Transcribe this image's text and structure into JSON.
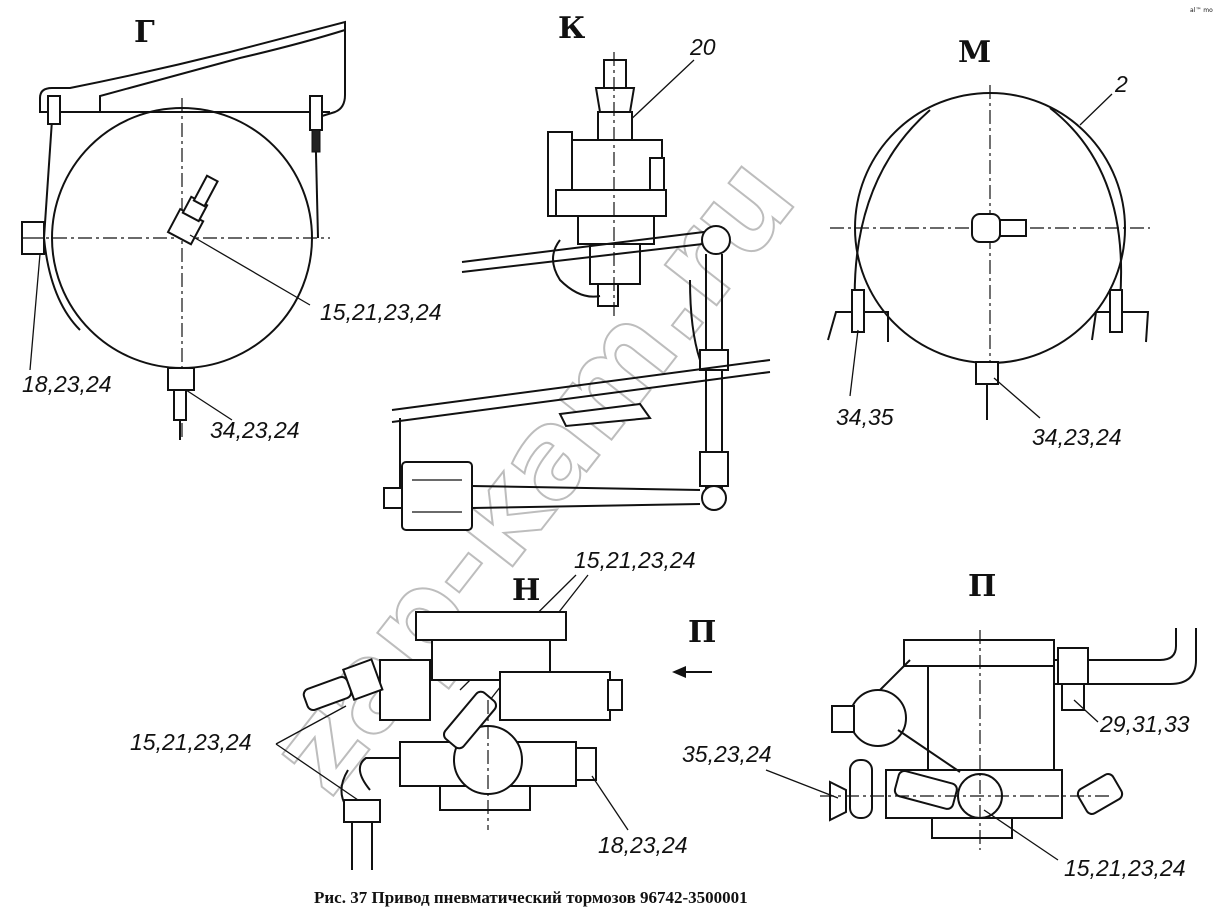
{
  "views": {
    "g": {
      "letter": "Г",
      "callout_sensor": "15,21,23,24",
      "callout_bracket": "18,23,24",
      "callout_drain": "34,23,24"
    },
    "k": {
      "letter": "К",
      "callout_valve": "20",
      "callout_line": "15,21,23,24"
    },
    "m": {
      "letter": "М",
      "callout_band": "2",
      "callout_clamp": "34,35",
      "callout_drain": "34,23,24"
    },
    "n": {
      "letter": "Н",
      "callout_fittings": "15,21,23,24",
      "callout_plug": "18,23,24",
      "direction_label": "П"
    },
    "p": {
      "letter": "П",
      "callout_bolt": "29,31,33",
      "callout_fitting": "35,23,24",
      "callout_union": "15,21,23,24"
    }
  },
  "caption": "Рис. 37 Привод пневматический тормозов 96742-3500001",
  "watermark": "zap-kam.ru",
  "corner_mark": "al™ mo"
}
